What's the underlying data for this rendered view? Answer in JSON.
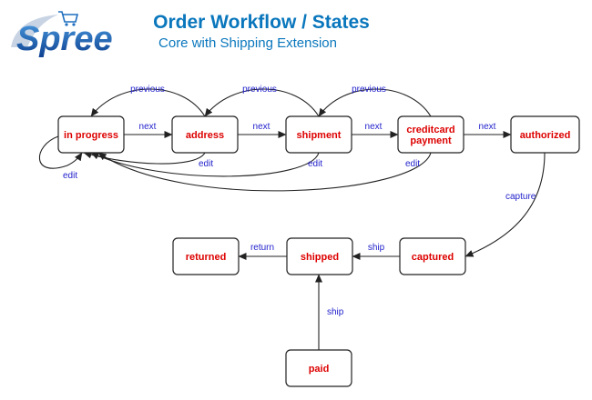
{
  "colors": {
    "title": "#0a77bd",
    "node_text": "#dd0000",
    "edge_text": "#2222cc",
    "logo_blue": "#1f6fbf",
    "logo_dark": "#0d3f8f"
  },
  "header": {
    "logo_text": "Spree",
    "title": "Order Workflow / States",
    "subtitle": "Core with Shipping Extension"
  },
  "states": [
    {
      "id": "in_progress",
      "lines": [
        "in progress"
      ]
    },
    {
      "id": "address",
      "lines": [
        "address"
      ]
    },
    {
      "id": "shipment",
      "lines": [
        "shipment"
      ]
    },
    {
      "id": "creditcard_payment",
      "lines": [
        "creditcard",
        "payment"
      ]
    },
    {
      "id": "authorized",
      "lines": [
        "authorized"
      ]
    },
    {
      "id": "captured",
      "lines": [
        "captured"
      ]
    },
    {
      "id": "shipped",
      "lines": [
        "shipped"
      ]
    },
    {
      "id": "returned",
      "lines": [
        "returned"
      ]
    },
    {
      "id": "paid",
      "lines": [
        "paid"
      ]
    }
  ],
  "transitions": [
    {
      "from": "in_progress",
      "to": "address",
      "label": "next"
    },
    {
      "from": "address",
      "to": "shipment",
      "label": "next"
    },
    {
      "from": "shipment",
      "to": "creditcard_payment",
      "label": "next"
    },
    {
      "from": "creditcard_payment",
      "to": "authorized",
      "label": "next"
    },
    {
      "from": "address",
      "to": "in_progress",
      "label": "previous"
    },
    {
      "from": "shipment",
      "to": "address",
      "label": "previous"
    },
    {
      "from": "creditcard_payment",
      "to": "shipment",
      "label": "previous"
    },
    {
      "from": "in_progress",
      "to": "in_progress",
      "label": "edit"
    },
    {
      "from": "address",
      "to": "in_progress",
      "label": "edit"
    },
    {
      "from": "shipment",
      "to": "in_progress",
      "label": "edit"
    },
    {
      "from": "creditcard_payment",
      "to": "in_progress",
      "label": "edit"
    },
    {
      "from": "authorized",
      "to": "captured",
      "label": "capture"
    },
    {
      "from": "captured",
      "to": "shipped",
      "label": "ship"
    },
    {
      "from": "shipped",
      "to": "returned",
      "label": "return"
    },
    {
      "from": "paid",
      "to": "shipped",
      "label": "ship"
    }
  ]
}
